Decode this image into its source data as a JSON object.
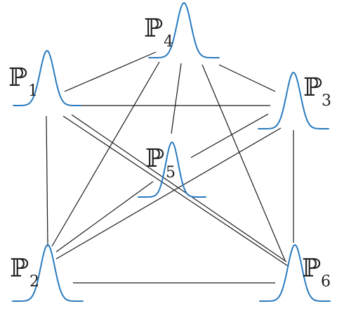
{
  "colors": {
    "curve": "#2a7bbf",
    "edge": "#1a1a1a"
  },
  "nodes": [
    {
      "id": "P1",
      "symbol": "ℙ",
      "subscript": "1"
    },
    {
      "id": "P2",
      "symbol": "ℙ",
      "subscript": "2"
    },
    {
      "id": "P3",
      "symbol": "ℙ",
      "subscript": "3"
    },
    {
      "id": "P4",
      "symbol": "ℙ",
      "subscript": "4"
    },
    {
      "id": "P5",
      "symbol": "ℙ",
      "subscript": "5"
    },
    {
      "id": "P6",
      "symbol": "ℙ",
      "subscript": "6"
    }
  ],
  "edges": [
    {
      "from": "P1",
      "to": "P4"
    },
    {
      "from": "P1",
      "to": "P3"
    },
    {
      "from": "P1",
      "to": "P2"
    },
    {
      "from": "P1",
      "to": "P6"
    },
    {
      "from": "P1",
      "to": "P6"
    },
    {
      "from": "P4",
      "to": "P3"
    },
    {
      "from": "P4",
      "to": "P5"
    },
    {
      "from": "P4",
      "to": "P2"
    },
    {
      "from": "P4",
      "to": "P6"
    },
    {
      "from": "P3",
      "to": "P5"
    },
    {
      "from": "P3",
      "to": "P2"
    },
    {
      "from": "P3",
      "to": "P6"
    },
    {
      "from": "P3",
      "to": "P6"
    },
    {
      "from": "P5",
      "to": "P2"
    },
    {
      "from": "P2",
      "to": "P6"
    }
  ]
}
